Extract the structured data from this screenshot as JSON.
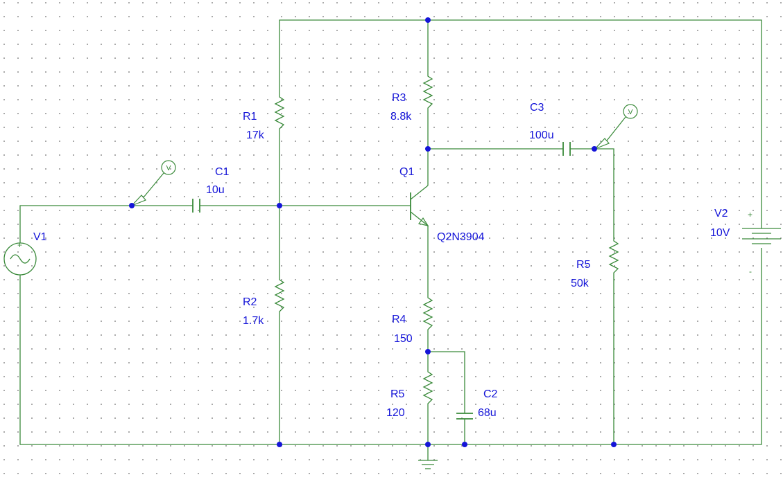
{
  "components": {
    "R1": {
      "ref": "R1",
      "value": "17k"
    },
    "R2": {
      "ref": "R2",
      "value": "1.7k"
    },
    "R3": {
      "ref": "R3",
      "value": "8.8k"
    },
    "R4": {
      "ref": "R4",
      "value": "150"
    },
    "R5_emitter": {
      "ref": "R5",
      "value": "120"
    },
    "R5_load": {
      "ref": "R5",
      "value": "50k"
    },
    "C1": {
      "ref": "C1",
      "value": "10u"
    },
    "C2": {
      "ref": "C2",
      "value": "68u"
    },
    "C3": {
      "ref": "C3",
      "value": "100u"
    },
    "Q1": {
      "ref": "Q1",
      "value": "Q2N3904"
    },
    "V1": {
      "ref": "V1"
    },
    "V2": {
      "ref": "V2",
      "value": "10V"
    }
  },
  "probes": {
    "input": {
      "text": "V"
    },
    "output": {
      "text": "V"
    }
  },
  "polarity": {
    "v1_plus": "+",
    "v2_plus": "+",
    "v2_minus": "-"
  },
  "colors": {
    "wire": "#3a8a3a",
    "label": "#1515d8",
    "junction": "#1515d8",
    "background": "#ffffff",
    "grid_dot": "#9a9a9a"
  }
}
